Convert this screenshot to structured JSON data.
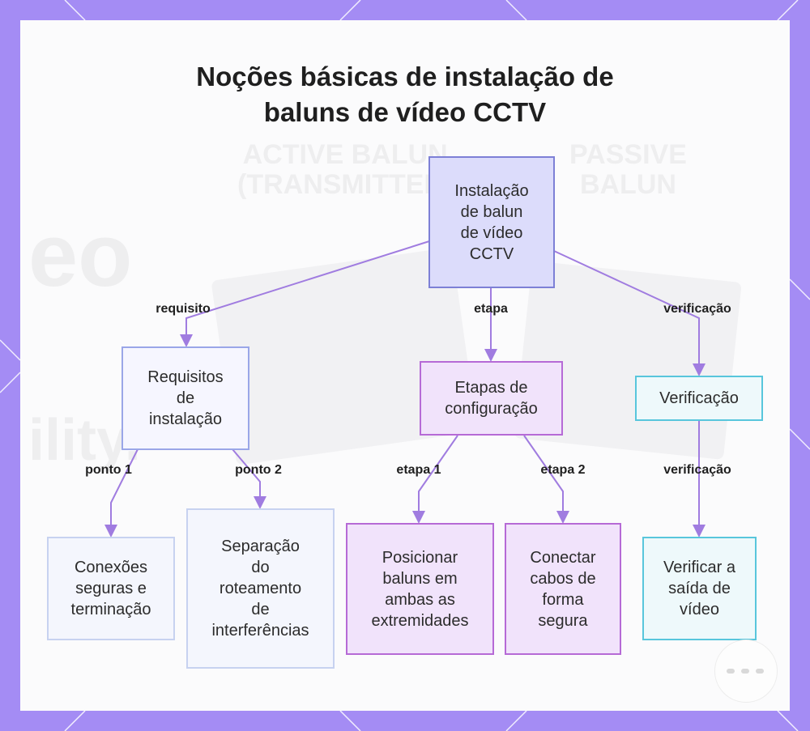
{
  "title_lines": [
    "Noções básicas de instalação de",
    "baluns de vídeo CCTV"
  ],
  "colors": {
    "border": "#a48cf4",
    "edge": "#a07ce0",
    "root_fill": "#dcdcfb",
    "etapa_fill": "#f1e3fb",
    "verif_fill": "#eef9fb"
  },
  "nodes": {
    "root": [
      "Instalação",
      "de balun",
      "de vídeo",
      "CCTV"
    ],
    "requisitos": [
      "Requisitos",
      "de",
      "instalação"
    ],
    "etapas": [
      "Etapas de",
      "configuração"
    ],
    "verificacao": [
      "Verificação"
    ],
    "conexoes": [
      "Conexões",
      "seguras e",
      "terminação"
    ],
    "separacao": [
      "Separação",
      "do",
      "roteamento",
      "de",
      "interferências"
    ],
    "posicionar": [
      "Posicionar",
      "baluns em",
      "ambas as",
      "extremidades"
    ],
    "conectar": [
      "Conectar",
      "cabos de",
      "forma",
      "segura"
    ],
    "verificar": [
      "Verificar a",
      "saída de",
      "vídeo"
    ]
  },
  "edge_labels": {
    "requisito": "requisito",
    "etapa": "etapa",
    "verificacao": "verificação",
    "ponto1": "ponto 1",
    "ponto2": "ponto 2",
    "etapa1": "etapa 1",
    "etapa2": "etapa 2",
    "verificacao2": "verificação"
  },
  "background_watermark": {
    "active_balun": [
      "ACTIVE BALUN",
      "(TRANSMITTER)"
    ],
    "passive_balun": [
      "PASSIVE",
      "BALUN"
    ],
    "deo": "eo",
    "ility": "ility."
  }
}
